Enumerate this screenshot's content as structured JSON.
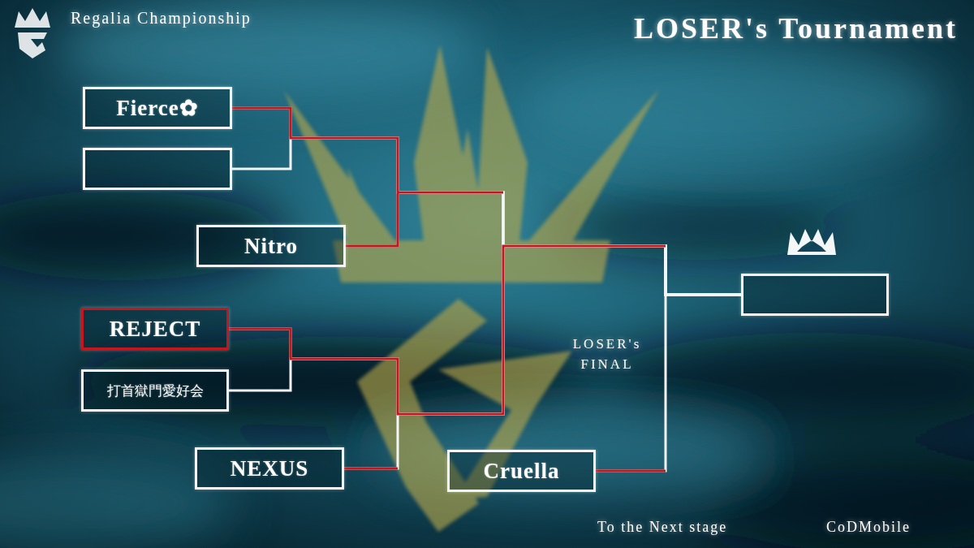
{
  "diagram": {
    "title": "LOSER's Tournament",
    "nodes": [
      {
        "text": [
          "Fierce✿"
        ]
      },
      {
        "text": []
      },
      {
        "text": [
          "Nitro"
        ]
      },
      {
        "text": [
          "REJECT"
        ]
      },
      {
        "text": [
          "打首獄門愛好会"
        ]
      },
      {
        "text": [
          "NEXUS"
        ]
      },
      {
        "text": [
          "Cruella"
        ]
      },
      {
        "text": []
      }
    ],
    "edges": [
      {
        "from": 0,
        "to": 7,
        "arrow": "none"
      },
      {
        "from": 1,
        "to": 7,
        "arrow": "none"
      },
      {
        "from": 2,
        "to": 7,
        "arrow": "none"
      },
      {
        "from": 3,
        "to": 7,
        "arrow": "none"
      },
      {
        "from": 4,
        "to": 7,
        "arrow": "none"
      },
      {
        "from": 5,
        "to": 7,
        "arrow": "none"
      },
      {
        "from": 6,
        "to": 7,
        "arrow": "none"
      }
    ],
    "labels": [
      "Regalia Championship",
      "LOSER's FINAL",
      "To the Next stage",
      "CoDMobile"
    ]
  }
}
